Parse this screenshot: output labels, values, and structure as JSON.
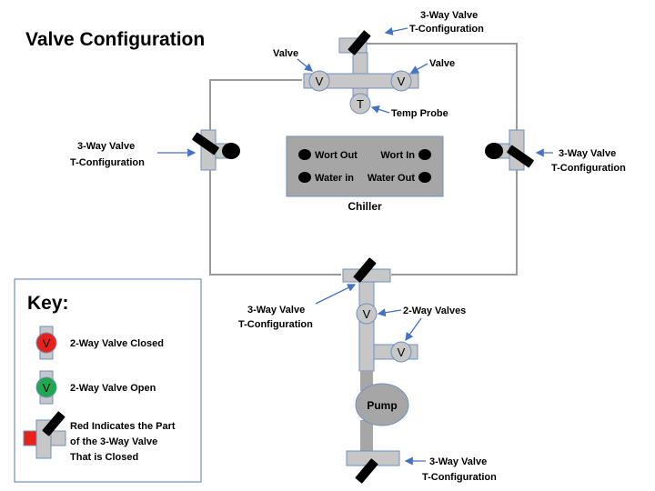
{
  "title": "Valve Configuration",
  "labels": {
    "valve_left": "Valve",
    "valve_right": "Valve",
    "temp_probe": "Temp Probe",
    "tee_top_line1": "3-Way Valve",
    "tee_top_line2": "T-Configuration",
    "tee_left_line1": "3-Way Valve",
    "tee_left_line2": "T-Configuration",
    "tee_right_line1": "3-Way Valve",
    "tee_right_line2": "T-Configuration",
    "tee_mid_line1": "3-Way Valve",
    "tee_mid_line2": "T-Configuration",
    "tee_bottom_line1": "3-Way Valve",
    "tee_bottom_line2": "T-Configuration",
    "two_way_valves": "2-Way Valves",
    "chiller": "Chiller"
  },
  "chiller_ports": {
    "wort_out": "Wort Out",
    "wort_in": "Wort In",
    "water_in": "Water in",
    "water_out": "Water Out"
  },
  "valve_letter": "V",
  "probe_letter": "T",
  "pump": "Pump",
  "key": {
    "title": "Key:",
    "closed": "2-Way Valve Closed",
    "open": "2-Way Valve Open",
    "three_way_line1": "Red Indicates the Part",
    "three_way_line2": "of the 3-Way Valve",
    "three_way_line3": "That is Closed"
  },
  "colors": {
    "pipe": "#c7c7c7",
    "pipe_border": "#6f8fbf",
    "arrow": "#4472c4",
    "closed_valve": "#e8211a",
    "open_valve": "#1fa84f",
    "closed_port": "#e8211a",
    "chiller": "#a6a6a6"
  }
}
